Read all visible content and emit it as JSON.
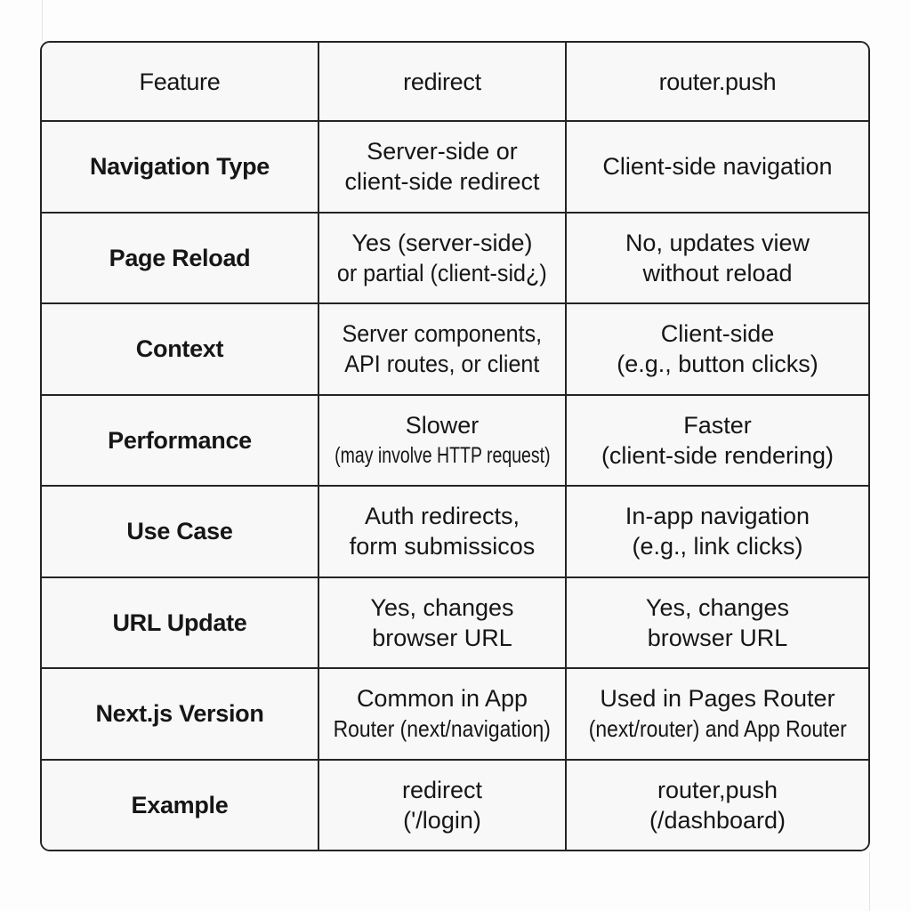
{
  "colors": {
    "border": "#242424",
    "text": "#161616",
    "cell_background": "#f8f8f8",
    "page_background": "#fdfdfd"
  },
  "chart_data": {
    "type": "table",
    "title": "",
    "legend_position": "none",
    "grid": true,
    "columns": [
      "Feature",
      "redirect",
      "router.push"
    ],
    "rows": [
      {
        "feature": "Navigation Type",
        "redirect": [
          "Server-side or",
          "client-side redirect"
        ],
        "router_push": [
          "Client-side navigation"
        ]
      },
      {
        "feature": "Page Reload",
        "redirect": [
          "Yes (server-side)",
          "or partial (client-sid¿)"
        ],
        "router_push": [
          "No, updates view",
          "without reload"
        ]
      },
      {
        "feature": "Context",
        "redirect": [
          "Server components,",
          "API routes, or client"
        ],
        "router_push": [
          "Client-side",
          "(e.g., button clicks)"
        ]
      },
      {
        "feature": "Performance",
        "redirect": [
          "Slower",
          "(may involve HTTP request)"
        ],
        "router_push": [
          "Faster",
          "(client-side rendering)"
        ]
      },
      {
        "feature": "Use Case",
        "redirect": [
          "Auth redirects,",
          "form submissicos"
        ],
        "router_push": [
          "In-app navigation",
          "(e.g., link clicks)"
        ]
      },
      {
        "feature": "URL Update",
        "redirect": [
          "Yes, changes",
          "browser URL"
        ],
        "router_push": [
          "Yes, changes",
          "browser URL"
        ]
      },
      {
        "feature": "Next.js Version",
        "redirect": [
          "Common in App",
          "Router (next/navigatioη)"
        ],
        "router_push": [
          "Used in Pages Router",
          "(next/router) and App Router"
        ]
      },
      {
        "feature": "Example",
        "redirect": [
          "redirect",
          "('/login)"
        ],
        "router_push": [
          "router,push",
          "(/dashboard)"
        ]
      }
    ]
  }
}
